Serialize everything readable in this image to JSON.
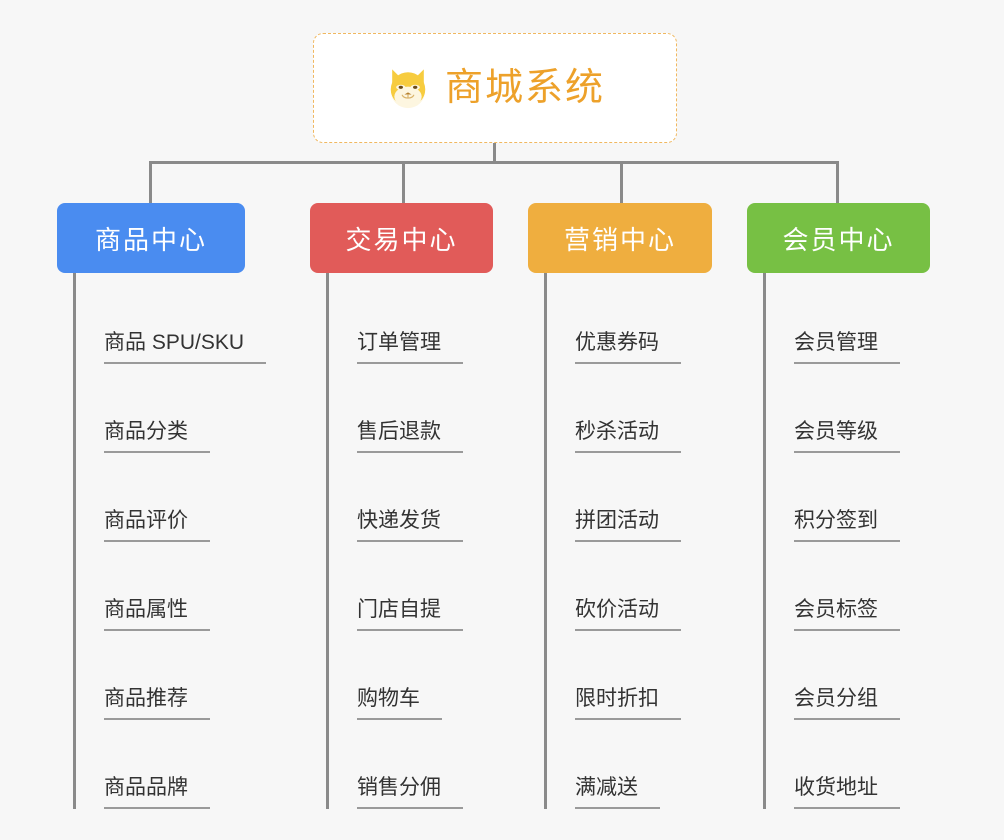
{
  "root": {
    "title": "商城系统",
    "icon": "shiba-dog-icon",
    "border_color": "#f0b860",
    "text_color": "#eda12a"
  },
  "connector_color": "#8a8a8a",
  "background_color": "#f7f7f7",
  "categories": [
    {
      "label": "商品中心",
      "color": "#4a8cf0",
      "items": [
        "商品 SPU/SKU",
        "商品分类",
        "商品评价",
        "商品属性",
        "商品推荐",
        "商品品牌"
      ]
    },
    {
      "label": "交易中心",
      "color": "#e15b59",
      "items": [
        "订单管理",
        "售后退款",
        "快递发货",
        "门店自提",
        "购物车",
        "销售分佣"
      ]
    },
    {
      "label": "营销中心",
      "color": "#efae3f",
      "items": [
        "优惠券码",
        "秒杀活动",
        "拼团活动",
        "砍价活动",
        "限时折扣",
        "满减送"
      ]
    },
    {
      "label": "会员中心",
      "color": "#77c044",
      "items": [
        "会员管理",
        "会员等级",
        "积分签到",
        "会员标签",
        "会员分组",
        "收货地址"
      ]
    }
  ]
}
